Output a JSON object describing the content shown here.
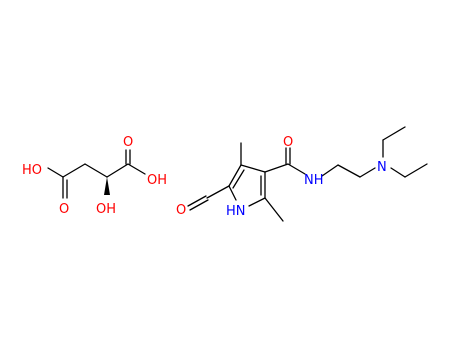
{
  "colors": {
    "bond": "#000000",
    "oxygen": "#ff0000",
    "nitrogen": "#0000ff",
    "carbon": "#000000"
  },
  "malic_acid": {
    "labels": {
      "hydroxyl_left": "HO",
      "carbonyl_o_left": "O",
      "hydroxyl_alpha": "OH",
      "carbonyl_o_right": "O",
      "hydroxyl_right": "OH"
    }
  },
  "pyrrole_compound": {
    "labels": {
      "aldehyde_o": "O",
      "ring_nh": "HN",
      "amide_o": "O",
      "amide_nh": "NH",
      "amine_n": "N"
    }
  }
}
